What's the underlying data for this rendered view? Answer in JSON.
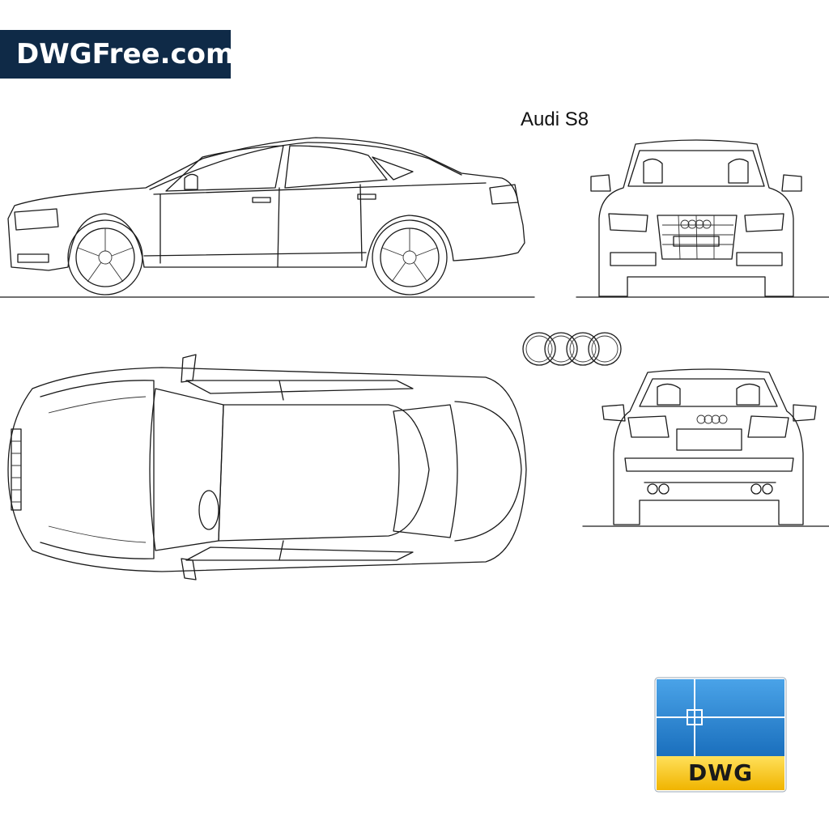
{
  "brand": {
    "name": "DWGFree.com"
  },
  "drawing": {
    "title": "Audi S8"
  },
  "badge": {
    "label": "DWG",
    "colors": {
      "blue": "#1a6fbd",
      "yellow": "#f6c400"
    }
  }
}
